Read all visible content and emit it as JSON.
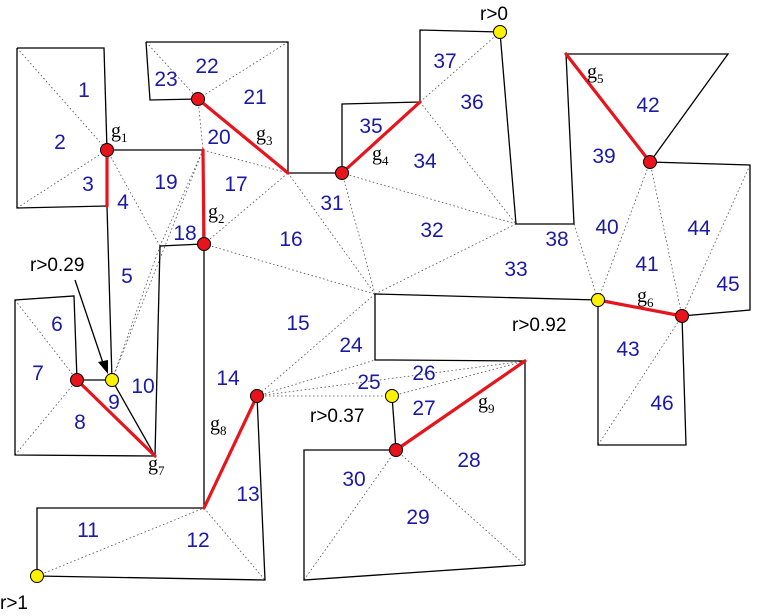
{
  "regions": [
    "1",
    "2",
    "3",
    "4",
    "5",
    "6",
    "7",
    "8",
    "9",
    "10",
    "11",
    "12",
    "13",
    "14",
    "15",
    "16",
    "17",
    "18",
    "19",
    "20",
    "21",
    "22",
    "23",
    "24",
    "25",
    "26",
    "27",
    "28",
    "29",
    "30",
    "31",
    "32",
    "33",
    "34",
    "35",
    "36",
    "37",
    "38",
    "39",
    "40",
    "41",
    "42",
    "43",
    "44",
    "45",
    "46"
  ],
  "gates": [
    {
      "letter": "g",
      "sub": "1"
    },
    {
      "letter": "g",
      "sub": "2"
    },
    {
      "letter": "g",
      "sub": "3"
    },
    {
      "letter": "g",
      "sub": "4"
    },
    {
      "letter": "g",
      "sub": "5"
    },
    {
      "letter": "g",
      "sub": "6"
    },
    {
      "letter": "g",
      "sub": "7"
    },
    {
      "letter": "g",
      "sub": "8"
    },
    {
      "letter": "g",
      "sub": "9"
    }
  ],
  "r_labels": [
    "r>0",
    "r>0.29",
    "r>0.92",
    "r>0.37",
    "r>1"
  ],
  "colors": {
    "red_vertex": "#e8141c",
    "yellow_vertex": "#fff200",
    "region_number": "#1a1aa6",
    "gate_segment": "#e8141c"
  }
}
